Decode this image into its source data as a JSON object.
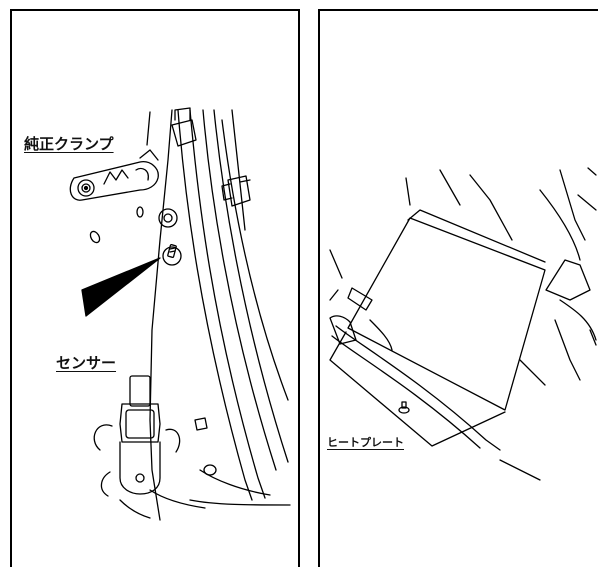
{
  "panels": {
    "left": {
      "labels": {
        "clamp": "純正クランプ",
        "sensor": "センサー"
      },
      "icons": [
        "clamp-icon",
        "sensor-icon",
        "pointer-arrow-icon",
        "hose-bundle-icon"
      ]
    },
    "right": {
      "labels": {
        "heat_plate": "ヒートプレート"
      },
      "icons": [
        "heat-plate-icon",
        "bolt-icon",
        "hose-icon"
      ]
    }
  },
  "colors": {
    "line": "#000000",
    "background": "#ffffff"
  }
}
